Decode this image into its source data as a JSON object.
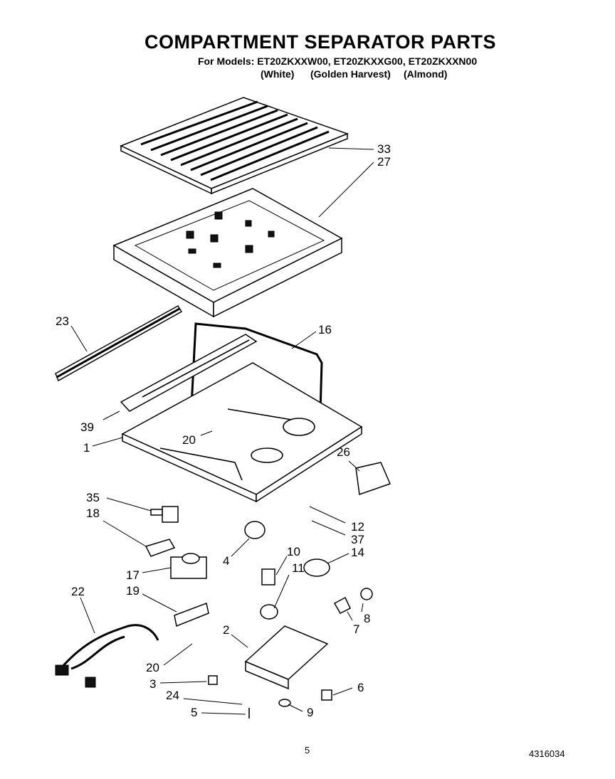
{
  "header": {
    "title": "COMPARTMENT SEPARATOR PARTS",
    "models_line": "For Models: ET20ZKXXW00, ET20ZKXXG00, ET20ZKXXN00",
    "variants": [
      "(White)",
      "(Golden Harvest)",
      "(Almond)"
    ]
  },
  "callouts": {
    "c33": "33",
    "c27": "27",
    "c23": "23",
    "c16": "16",
    "c39": "39",
    "c1": "1",
    "c20a": "20",
    "c26": "26",
    "c35": "35",
    "c18": "18",
    "c12": "12",
    "c37": "37",
    "c14": "14",
    "c4": "4",
    "c10": "10",
    "c11": "11",
    "c17": "17",
    "c19": "19",
    "c22": "22",
    "c8": "8",
    "c7": "7",
    "c2": "2",
    "c20b": "20",
    "c3": "3",
    "c6": "6",
    "c24": "24",
    "c5": "5",
    "c9": "9"
  },
  "footer": {
    "page": "5",
    "doc_number": "4316034"
  }
}
